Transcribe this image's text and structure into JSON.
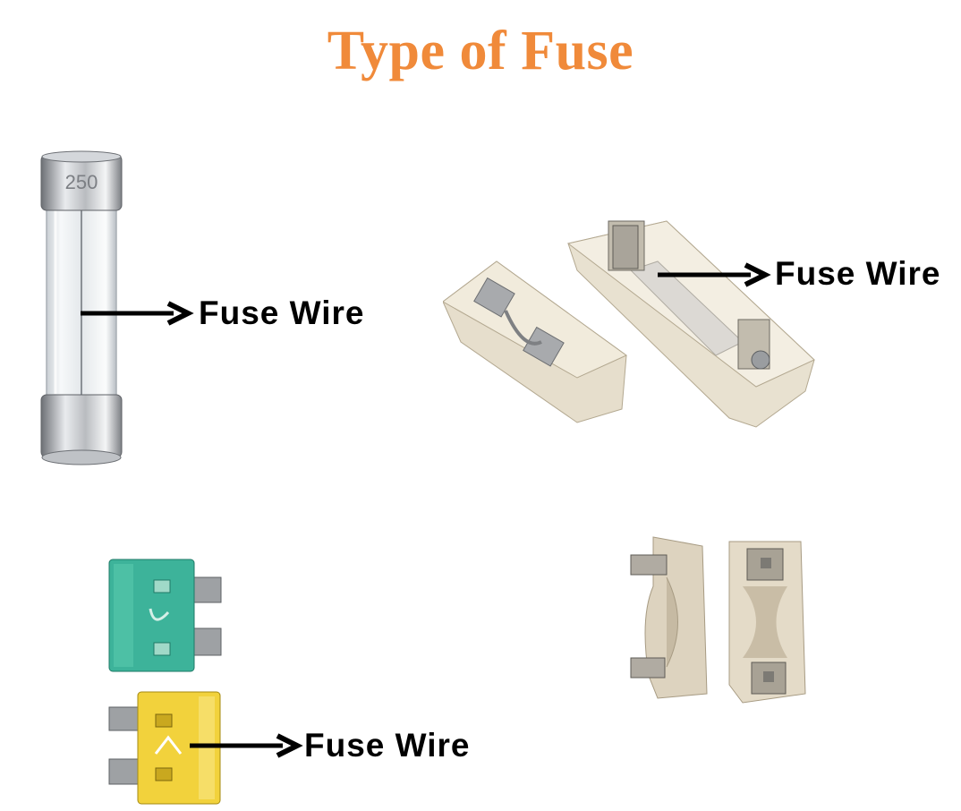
{
  "title": "Type of Fuse",
  "colors": {
    "title": "#F08A3A",
    "label": "#000000",
    "arrow": "#000000",
    "blade_green": "#3DB39A",
    "blade_yellow": "#F2D23C",
    "ceramic": "#EDE6D6",
    "cartridge_cap": "#B9BCC0"
  },
  "fuses": [
    {
      "kind": "glass-cartridge-fuse",
      "printed_marking": "250",
      "label": "Fuse Wire"
    },
    {
      "kind": "rewirable-porcelain-fuse",
      "label": "Fuse Wire"
    },
    {
      "kind": "blade-fuse",
      "label": "Fuse Wire"
    },
    {
      "kind": "porcelain-fuse-holder"
    }
  ],
  "icons": [
    "glass-cartridge-fuse-icon",
    "rewirable-fuse-icon",
    "blade-fuse-icon",
    "fuse-holder-icon",
    "arrow-right-icon"
  ]
}
